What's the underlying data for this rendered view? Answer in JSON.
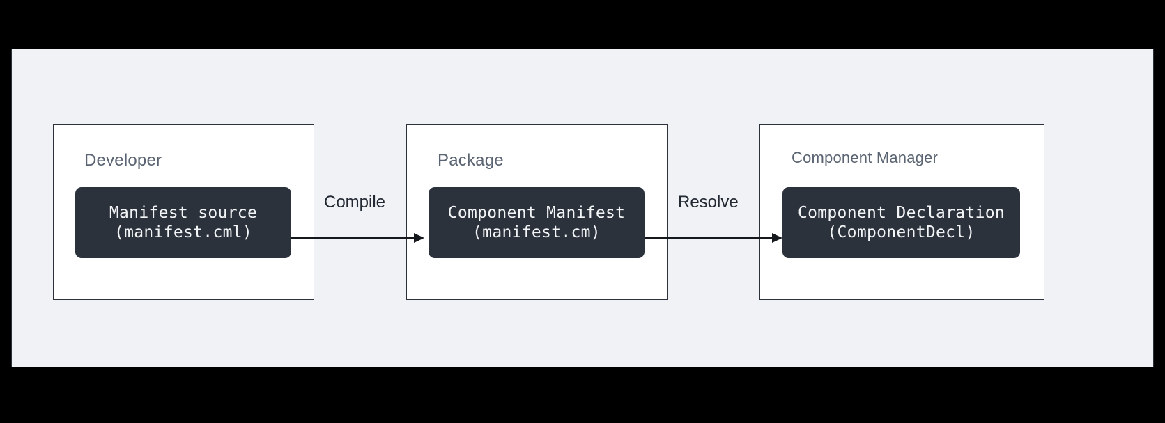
{
  "diagram": {
    "background_color": "#000000",
    "canvas_color": "#f0f2f5",
    "node_color": "#2b323c",
    "title_color": "#5a6472",
    "edge_color": "#15181d",
    "groups": [
      {
        "title": "Developer",
        "node": {
          "line1": "Manifest source",
          "line2": "(manifest.cml)"
        }
      },
      {
        "title": "Package",
        "node": {
          "line1": "Component Manifest",
          "line2": "(manifest.cm)"
        }
      },
      {
        "title": "Component Manager",
        "node": {
          "line1": "Component Declaration",
          "line2": "(ComponentDecl)"
        }
      }
    ],
    "edges": [
      {
        "label": "Compile",
        "from": "Manifest source",
        "to": "Component Manifest"
      },
      {
        "label": "Resolve",
        "from": "Component Manifest",
        "to": "Component Declaration"
      }
    ]
  }
}
